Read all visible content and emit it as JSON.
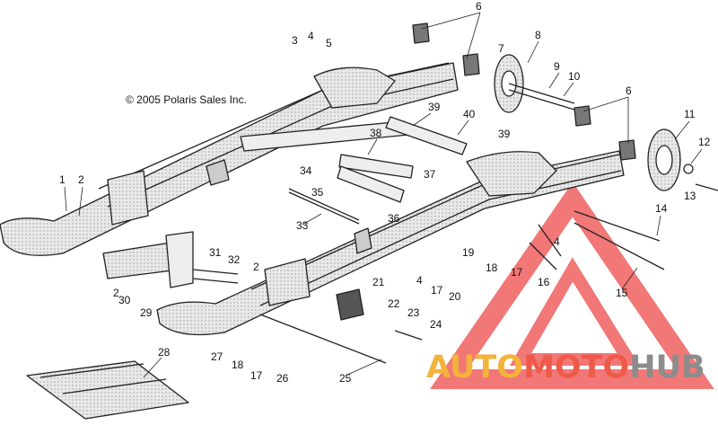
{
  "copyright": "© 2005 Polaris Sales Inc.",
  "watermark": {
    "parts": [
      "AUTO",
      "MOTO",
      "HUB"
    ],
    "colors": [
      "#f3b23a",
      "#ee5a4a",
      "#8c8c8c"
    ],
    "triangle_color": "#f05050"
  },
  "callouts": [
    "1",
    "2",
    "2",
    "2",
    "3",
    "4",
    "4",
    "4",
    "5",
    "6",
    "6",
    "7",
    "8",
    "9",
    "10",
    "11",
    "12",
    "13",
    "14",
    "15",
    "16",
    "17",
    "17",
    "17",
    "18",
    "18",
    "19",
    "20",
    "21",
    "22",
    "23",
    "24",
    "25",
    "26",
    "27",
    "28",
    "29",
    "30",
    "31",
    "32",
    "33",
    "34",
    "35",
    "36",
    "37",
    "38",
    "39",
    "39",
    "40"
  ]
}
